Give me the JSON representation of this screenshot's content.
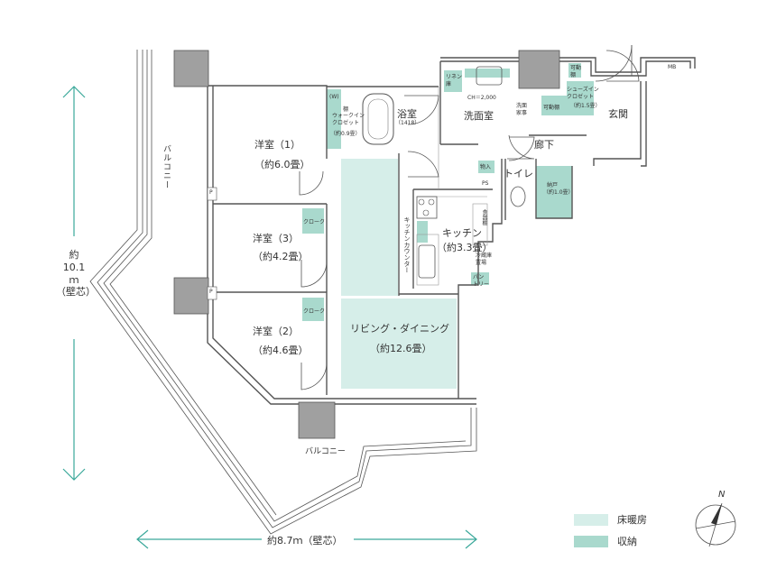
{
  "rooms": {
    "western1": {
      "name": "洋室（1）",
      "size": "（約6.0畳）"
    },
    "western3": {
      "name": "洋室（3）",
      "size": "（約4.2畳）"
    },
    "western2": {
      "name": "洋室（2）",
      "size": "（約4.6畳）"
    },
    "living": {
      "name": "リビング・ダイニング",
      "size": "（約12.6畳）"
    },
    "kitchen": {
      "name": "キッチン",
      "size": "（約3.3畳）"
    },
    "bath": {
      "name": "浴室",
      "size": "（1418）"
    },
    "washroom": {
      "name": "洗面室"
    },
    "toilet": {
      "name": "トイレ"
    },
    "hallway": {
      "name": "廊下"
    },
    "entrance": {
      "name": "玄関"
    },
    "balcony_side": {
      "name": "バルコニー"
    },
    "balcony_bottom": {
      "name": "バルコニー"
    }
  },
  "small_labels": {
    "wic1": "ウォークイン\nクロゼット",
    "wic1_size": "（約0.9畳）",
    "wic1_w": "(W)",
    "wic1_shelf": "棚",
    "wic2": "シューズイン\nクロゼット",
    "wic2_size": "（約1.5畳）",
    "linen": "リネン\n庫",
    "ch": "CH＝2,000",
    "washer": "洗面\n家事",
    "movable": "可動棚",
    "movable2": "可動\n棚",
    "storage": "物入",
    "ps": "PS",
    "nando": "納戸",
    "nando_size": "（約1.0畳）",
    "cloak1": "クローク",
    "cloak2": "クローク",
    "pantry": "パン\nトリー",
    "fridge": "冷蔵庫\n置場",
    "food": "食器棚",
    "kitchen_counter": "キッチンカウンター",
    "mb": "MB",
    "p1": "P",
    "p2": "P"
  },
  "dimensions": {
    "height": "約\n10.1\nｍ\n（壁芯）",
    "width": "約8.7ｍ（壁芯）"
  },
  "legend": [
    {
      "label": "床暖房",
      "color": "#d6eee9"
    },
    {
      "label": "収納",
      "color": "#a9d9cd"
    }
  ],
  "compass": {
    "label": "N"
  },
  "colors": {
    "wall": "#555555",
    "teal": "#3aa89a",
    "floor_heat": "#d6eee9",
    "storage": "#a9d9cd",
    "column": "#a0a0a0"
  }
}
